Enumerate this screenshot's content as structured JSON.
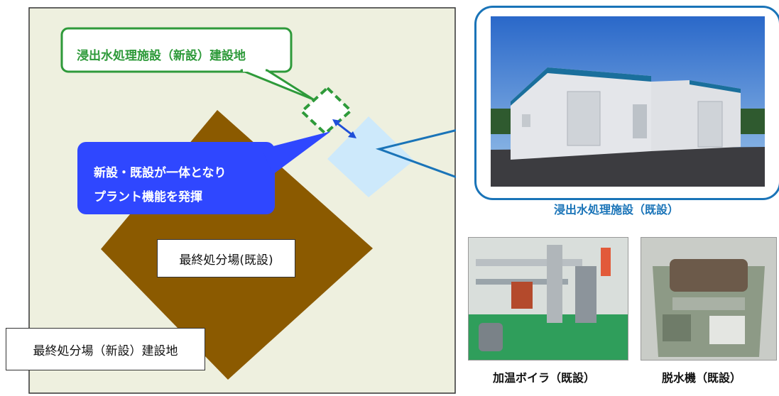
{
  "site_map": {
    "new_leachate_callout": "浸出水処理施設（新設）建設地",
    "integration_callout_line1": "新設・既設が一体となり",
    "integration_callout_line2": "プラント機能を発揮",
    "existing_landfill_label": "最終処分場(既設)",
    "new_landfill_label": "最終処分場（新設）建設地"
  },
  "photos": {
    "main_caption": "浸出水処理施設（既設）",
    "boiler_caption": "加温ボイラ（既設）",
    "dehydrator_caption": "脱水機（既設）"
  },
  "colors": {
    "map_background": "#eef0df",
    "existing_landfill": "#8b5a00",
    "existing_facility": "#cde9fb",
    "callout_green": "#2e9a3a",
    "callout_blue": "#2f47ff",
    "arrow_blue": "#1f4fd8",
    "frame_blue": "#1a74b8"
  }
}
